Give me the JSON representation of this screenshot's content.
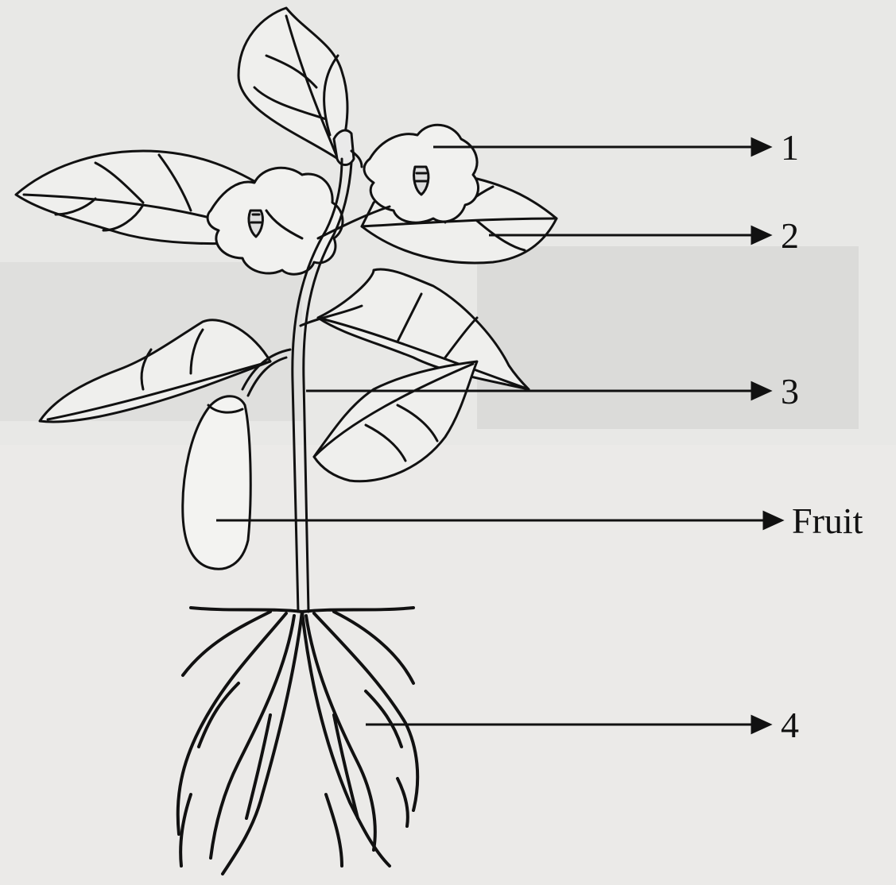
{
  "diagram": {
    "labels": [
      {
        "id": "label-1",
        "text": "1"
      },
      {
        "id": "label-2",
        "text": "2"
      },
      {
        "id": "label-3",
        "text": "3"
      },
      {
        "id": "label-fruit",
        "text": "Fruit"
      },
      {
        "id": "label-4",
        "text": "4"
      }
    ]
  },
  "colors": {
    "ink": "#111111",
    "paper": "#e6e6e4"
  }
}
